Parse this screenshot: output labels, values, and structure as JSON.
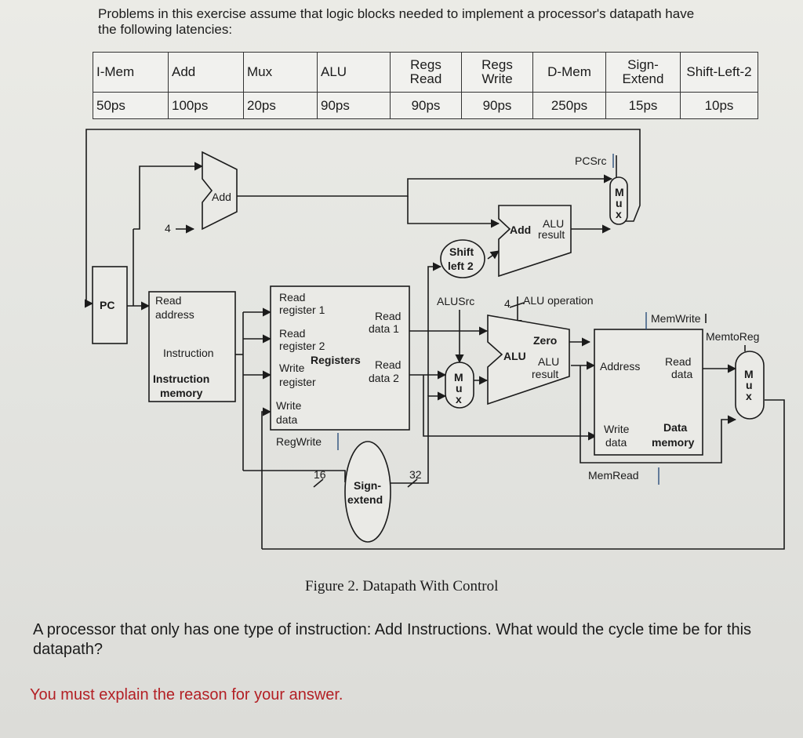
{
  "intro": "Problems in this exercise assume that logic blocks needed to implement a processor's datapath have the following latencies:",
  "latency_table": {
    "headers": [
      "I-Mem",
      "Add",
      "Mux",
      "ALU",
      "Regs Read",
      "Regs Write",
      "D-Mem",
      "Sign-Extend",
      "Shift-Left-2"
    ],
    "values": [
      "50ps",
      "100ps",
      "20ps",
      "90ps",
      "90ps",
      "90ps",
      "250ps",
      "15ps",
      "10ps"
    ]
  },
  "diagram": {
    "pc": "PC",
    "add_top": "Add",
    "const_four": "4",
    "imem": {
      "read_address_1": "Read",
      "read_address_2": "address",
      "instruction": "Instruction",
      "name_1": "Instruction",
      "name_2": "memory"
    },
    "regs": {
      "read_reg1_1": "Read",
      "read_reg1_2": "register 1",
      "read_reg2_1": "Read",
      "read_reg2_2": "register 2",
      "write_reg_1": "Write",
      "write_reg_2": "register",
      "write_data_1": "Write",
      "write_data_2": "data",
      "read_data1_1": "Read",
      "read_data1_2": "data 1",
      "read_data2_1": "Read",
      "read_data2_2": "data 2",
      "name": "Registers"
    },
    "regwrite": "RegWrite",
    "sign_extend_1": "Sign-",
    "sign_extend_2": "extend",
    "bits_in": "16",
    "bits_out": "32",
    "shift_left_1": "Shift",
    "shift_left_2": "left 2",
    "alusrc": "ALUSrc",
    "alu_op_bits": "4",
    "alu_operation": "ALU operation",
    "branch_adder": {
      "add": "Add",
      "alu": "ALU",
      "result": "result"
    },
    "pcsrc": "PCSrc",
    "mux_letters": [
      "M",
      "u",
      "x"
    ],
    "alu": {
      "name": "ALU",
      "zero": "Zero",
      "result_1": "ALU",
      "result_2": "result"
    },
    "dmem": {
      "address": "Address",
      "read_data_1": "Read",
      "read_data_2": "data",
      "write_data_1": "Write",
      "write_data_2": "data",
      "name_1": "Data",
      "name_2": "memory"
    },
    "memwrite": "MemWrite",
    "memread": "MemRead",
    "memtoreg": "MemtoReg"
  },
  "caption": "Figure 2. Datapath With Control",
  "question": "A processor that only has one type of instruction: Add Instructions. What would the cycle time be for this datapath?",
  "note": "You must explain the reason for your answer."
}
